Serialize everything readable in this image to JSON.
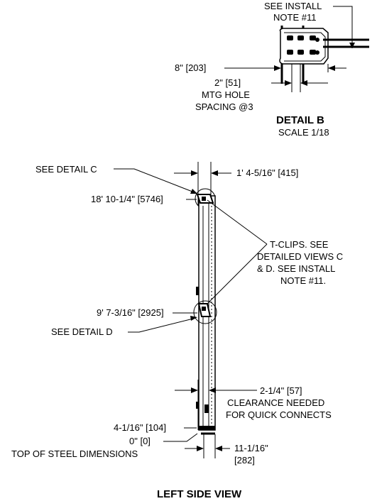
{
  "detail_b": {
    "see_install_line1": "SEE INSTALL",
    "see_install_line2": "NOTE #11",
    "dim_8in": "8\"  [203]",
    "dim_2in": "2\"  [51]",
    "mtg_hole_line1": "MTG HOLE",
    "mtg_hole_line2": "SPACING @3",
    "title": "DETAIL  B",
    "scale": "SCALE  1/18"
  },
  "left_side_view": {
    "see_detail_c": "SEE DETAIL  C",
    "dim_width_top": "1' 4-5/16\"  [415]",
    "elev_upper": "18' 10-1/4\"  [5746]",
    "tclips_line1": "T-CLIPS. SEE",
    "tclips_line2": "DETAILED VIEWS C",
    "tclips_line3": "& D. SEE INSTALL",
    "tclips_line4": "NOTE #11.",
    "elev_middle": "9' 7-3/16\"  [2925]",
    "see_detail_d": "SEE DETAIL  D",
    "clearance_line1": "2-1/4\"  [57]",
    "clearance_line2": "CLEARANCE NEEDED",
    "clearance_line3": "FOR QUICK CONNECTS",
    "elev_lower": "4-1/16\"  [104]",
    "elev_zero": "0\"  [0]",
    "top_of_steel": "TOP OF STEEL DIMENSIONS",
    "dim_base_line1": "11-1/16\"",
    "dim_base_line2": "[282]",
    "title": "LEFT SIDE VIEW"
  }
}
